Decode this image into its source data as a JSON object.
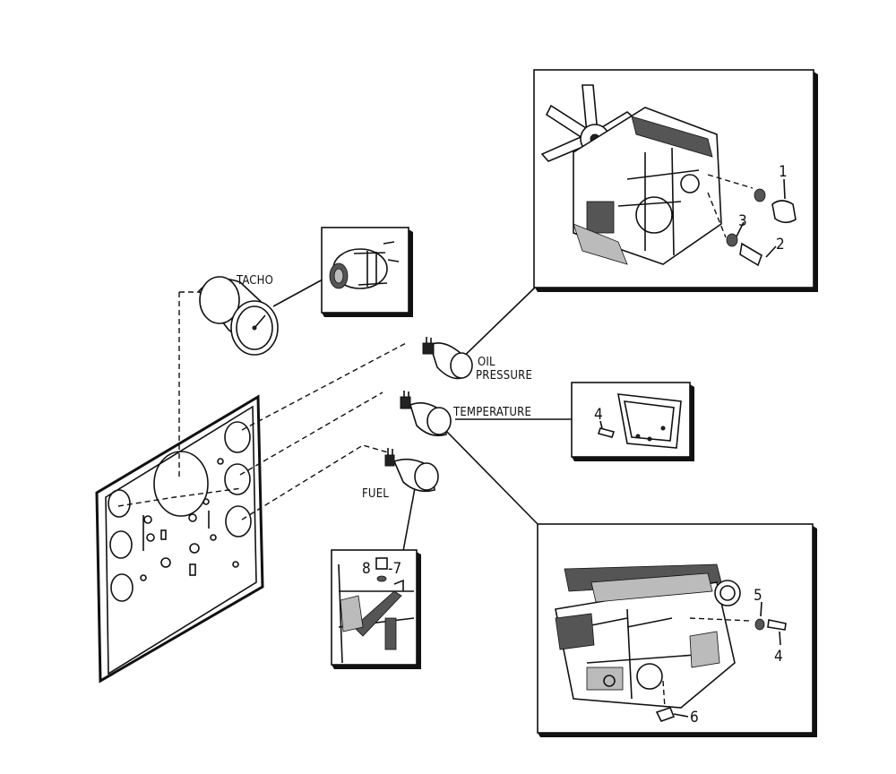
{
  "labels": {
    "tacho": "TACHO",
    "oil_line1": "OIL",
    "oil_line2": "PRESSURE",
    "temperature": "TEMPERATURE",
    "fuel": "FUEL"
  },
  "callouts": {
    "n1": "1",
    "n2": "2",
    "n3": "3",
    "n4_sender": "4",
    "n4_block": "4",
    "n5": "5",
    "n6": "6",
    "n7": "-7",
    "n8": "8"
  }
}
